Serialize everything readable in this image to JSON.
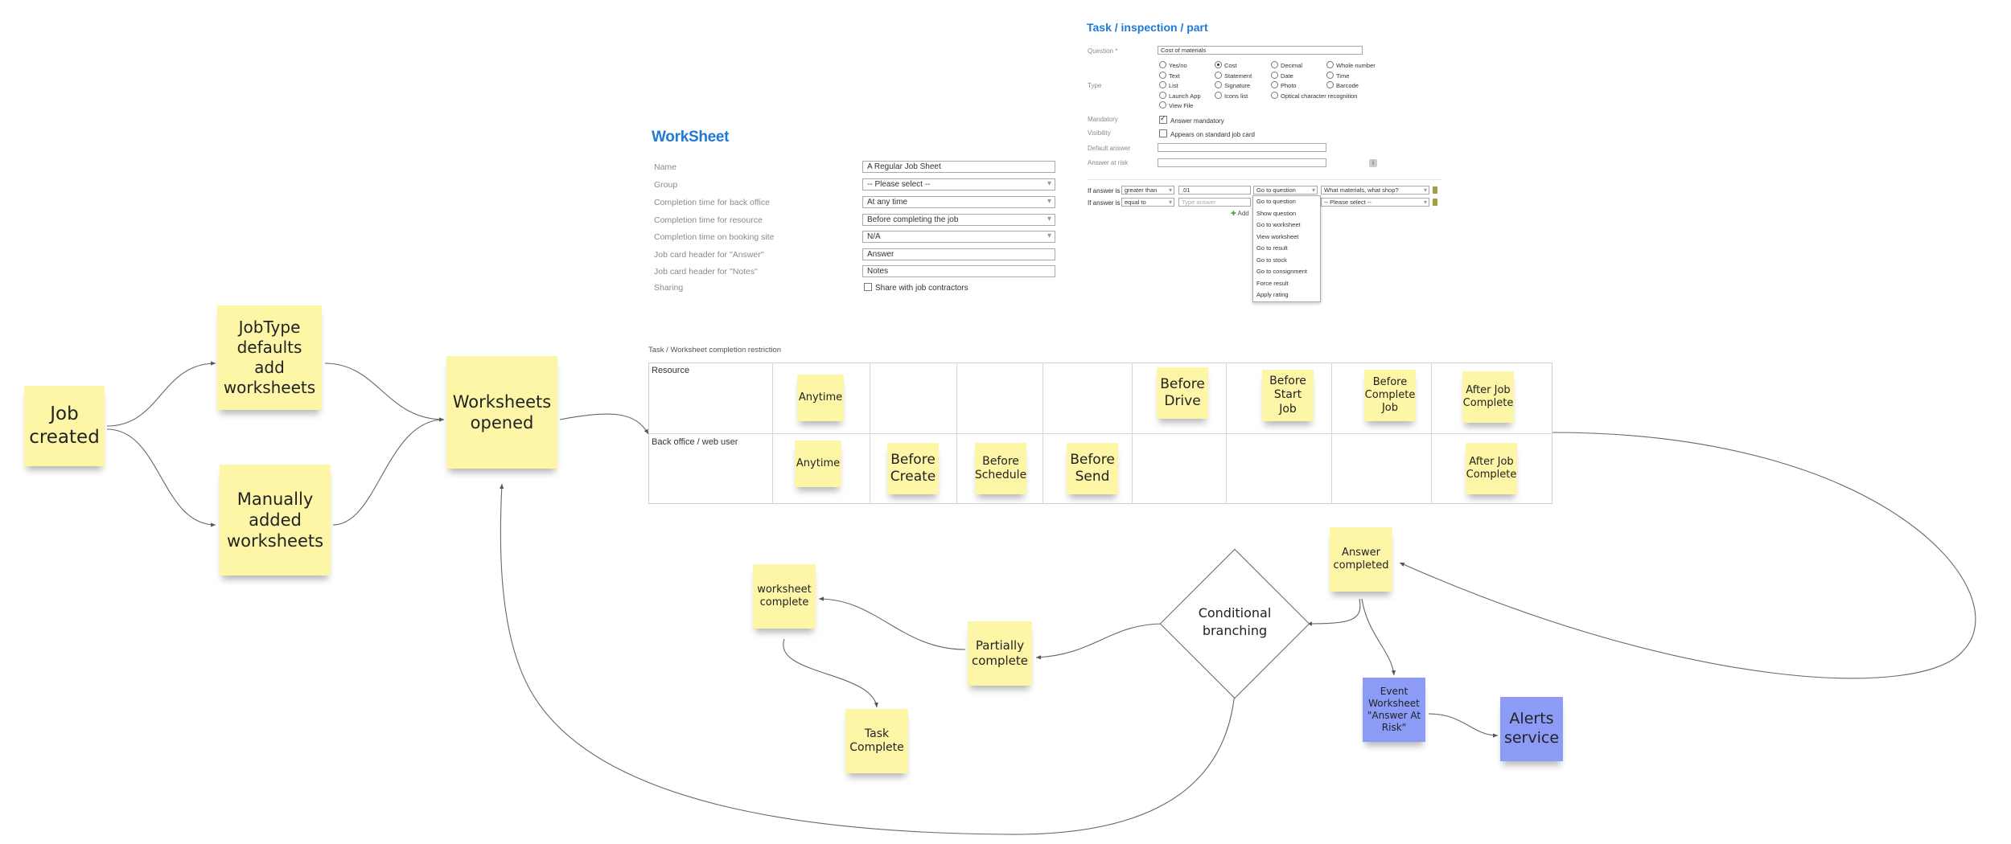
{
  "worksheet_form": {
    "title": "WorkSheet",
    "fields": [
      {
        "label": "Name",
        "value": "A Regular Job Sheet",
        "kind": "text"
      },
      {
        "label": "Group",
        "value": "-- Please select --",
        "kind": "select"
      },
      {
        "label": "Completion time for back office",
        "value": "At any time",
        "kind": "select"
      },
      {
        "label": "Completion time for resource",
        "value": "Before completing the job",
        "kind": "select"
      },
      {
        "label": "Completion time on booking site",
        "value": "N/A",
        "kind": "select"
      },
      {
        "label": "Job card header for \"Answer\"",
        "value": "Answer",
        "kind": "text"
      },
      {
        "label": "Job card header for \"Notes\"",
        "value": "Notes",
        "kind": "text"
      }
    ],
    "sharing_label": "Sharing",
    "sharing_option": "Share with job contractors"
  },
  "task_panel": {
    "title": "Task / inspection / part",
    "question_label": "Question *",
    "question_value": "Cost of materials",
    "type_label": "Type",
    "type_options": [
      [
        "Yes/no",
        "Cost",
        "Decimal",
        "Whole number"
      ],
      [
        "Text",
        "Statement",
        "Date",
        "Time"
      ],
      [
        "List",
        "Signature",
        "Photo",
        "Barcode"
      ],
      [
        "Launch App",
        "Icons list",
        "Optical character recognition",
        ""
      ],
      [
        "View File",
        "",
        "",
        ""
      ]
    ],
    "type_selected": "Cost",
    "mandatory_label": "Mandatory",
    "mandatory_option": "Answer mandatory",
    "visibility_label": "Visibility",
    "visibility_option": "Appears on standard job card",
    "default_answer_label": "Default answer",
    "answer_at_risk_label": "Answer at risk",
    "rules": [
      {
        "prefix": "If answer is",
        "operator": "greater than",
        "value": ".01",
        "action": "Go to question",
        "target": "What materials, what shop?"
      },
      {
        "prefix": "If answer is",
        "operator": "equal to",
        "value": "Type answer",
        "action": "",
        "target": "-- Please select --"
      }
    ],
    "add_label": "Add",
    "action_menu": [
      "Go to question",
      "Show question",
      "Go to worksheet",
      "View worksheet",
      "Go to result",
      "Go to stock",
      "Go to consignment",
      "Force result",
      "Apply rating"
    ]
  },
  "restriction_table": {
    "caption": "Task / Worksheet completion restriction",
    "rows": [
      "Resource",
      "Back office / web user"
    ]
  },
  "stickies": {
    "job_created": "Job created",
    "jobtype_defaults": "JobType defaults add worksheets",
    "manually_added": "Manually added worksheets",
    "worksheets_opened": "Worksheets opened",
    "r_anytime": "Anytime",
    "r_before_drive": "Before Drive",
    "r_before_start": "Before Start Job",
    "r_before_complete": "Before Complete Job",
    "r_after_complete": "After Job Complete",
    "b_anytime": "Anytime",
    "b_before_create": "Before Create",
    "b_before_schedule": "Before Schedule",
    "b_before_send": "Before Send",
    "b_after_complete": "After Job Complete",
    "answer_completed": "Answer completed",
    "conditional_branching": "Conditional branching",
    "partially_complete": "Partially complete",
    "worksheet_complete": "worksheet complete",
    "task_complete": "Task Complete",
    "event_worksheet": "Event Worksheet \"Answer At Risk\"",
    "alerts_service": "Alerts service"
  },
  "colors": {
    "sticky_yellow": "#fdf6a7",
    "sticky_blue": "#8c9bf6",
    "heading_blue": "#1f7ad6"
  }
}
